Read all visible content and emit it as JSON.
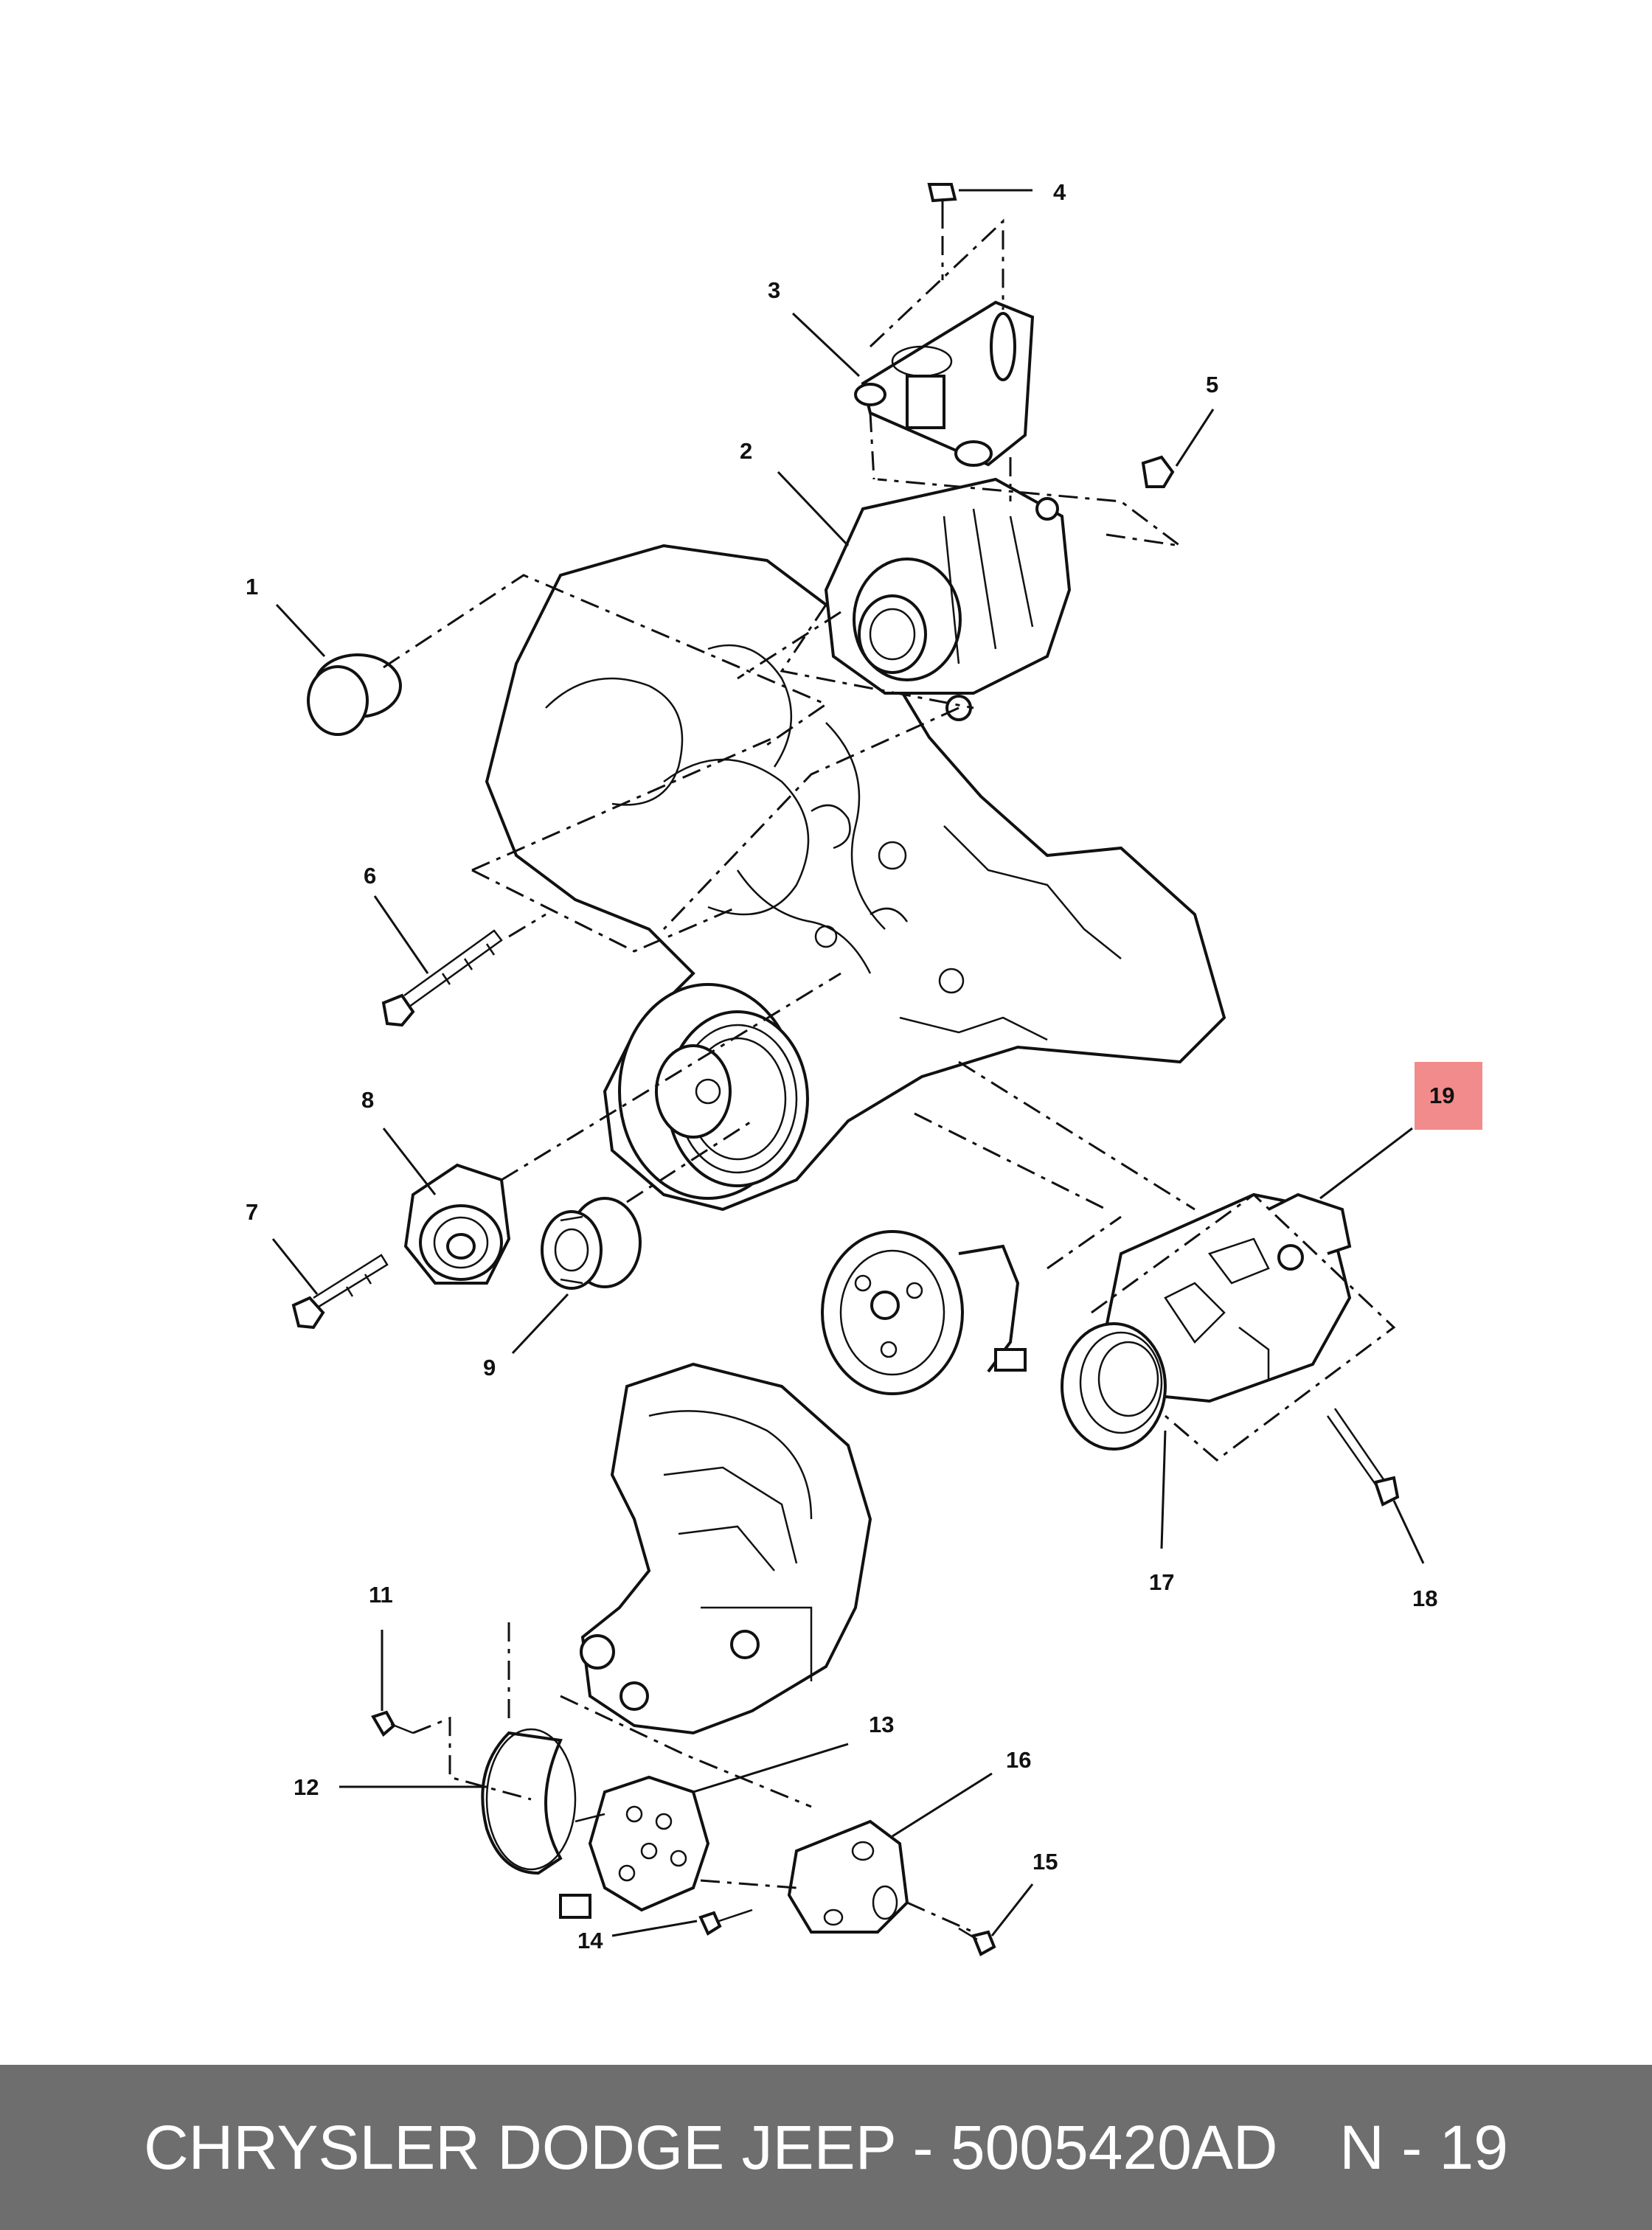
{
  "callouts": {
    "c1": "1",
    "c2": "2",
    "c3": "3",
    "c4": "4",
    "c5": "5",
    "c6": "6",
    "c7": "7",
    "c8": "8",
    "c9": "9",
    "c11": "11",
    "c12": "12",
    "c13": "13",
    "c14": "14",
    "c15": "15",
    "c16": "16",
    "c17": "17",
    "c18": "18",
    "c19": "19"
  },
  "highlighted_callout": "19",
  "highlight_color": "#f28b8b",
  "footer": {
    "part_label": "CHRYSLER DODGE JEEP - 5005420AD",
    "ref_label": "N - 19",
    "background": "#6e6e6e"
  }
}
